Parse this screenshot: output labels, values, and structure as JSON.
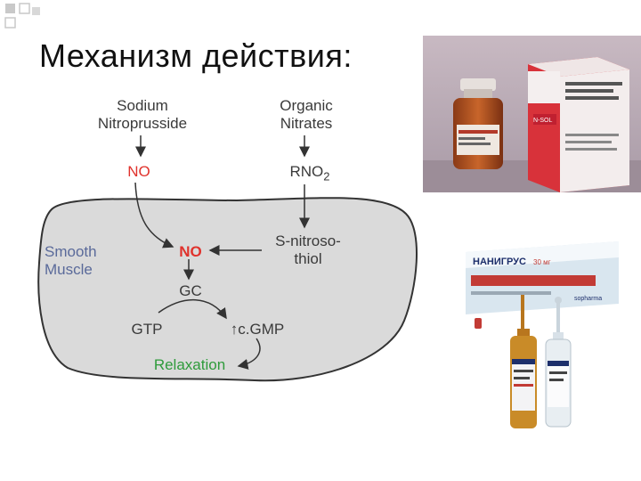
{
  "title": "Механизм действия:",
  "diagram": {
    "sodium": "Sodium\nNitroprusside",
    "organic": "Organic\nNitrates",
    "no_outer": "NO",
    "rno2_main": "RNO",
    "rno2_sub": "2",
    "smooth": "Smooth\nMuscle",
    "no_inner": "NO",
    "snitroso": "S-nitroso-\nthiol",
    "gc": "GC",
    "gtp": "GTP",
    "cgmp": "↑c.GMP",
    "relaxation": "Relaxation"
  },
  "photo_top": {
    "box_label": "N-SOL"
  },
  "photo_bottom": {
    "brand": "НАНИГРУС",
    "dose": "30 мг",
    "maker": "sopharma"
  },
  "colors": {
    "cell_fill": "#dadada",
    "red_label": "#e0322c",
    "green_label": "#2e9b3b",
    "arrow": "#333333"
  }
}
